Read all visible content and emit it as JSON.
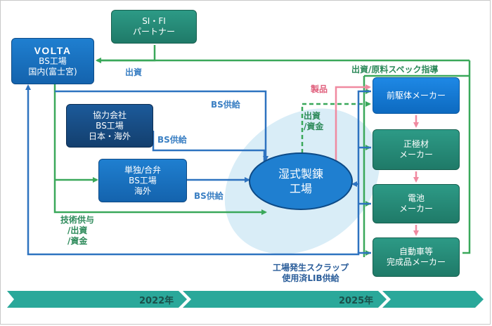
{
  "logo_text": "VOLTA",
  "nodes": {
    "volta": {
      "lines": [
        "BS工場",
        "国内(富士宮)"
      ]
    },
    "si_fi": {
      "lines": [
        "SI・FI",
        "パートナー"
      ]
    },
    "kyoryoku": {
      "lines": [
        "協力会社",
        "BS工場",
        "日本・海外"
      ]
    },
    "tandoku": {
      "lines": [
        "単独/合弁",
        "BS工場",
        "海外"
      ]
    },
    "refinery": {
      "lines": [
        "湿式製錬",
        "工場"
      ]
    },
    "precursor": {
      "lines": [
        "前駆体メーカー"
      ]
    },
    "cathode": {
      "lines": [
        "正極材",
        "メーカー"
      ]
    },
    "battery": {
      "lines": [
        "電池",
        "メーカー"
      ]
    },
    "automaker": {
      "lines": [
        "自動車等",
        "完成品メーカー"
      ]
    }
  },
  "labels": {
    "investment": "出資",
    "investment_spec": "出資/原料スペック指導",
    "bs_supply_1": "BS供給",
    "bs_supply_2": "BS供給",
    "bs_supply_3": "BS供給",
    "product": "製品",
    "invest_fund": [
      "出資",
      "/資金"
    ],
    "tech": [
      "技術供与",
      "/出資",
      "/資金"
    ],
    "scrap": [
      "工場発生スクラップ",
      "使用済LIB供給"
    ]
  },
  "timeline": {
    "year1": "2022年",
    "year2": "2025年"
  },
  "colors": {
    "navy": "#133f6e",
    "blue": "#1463ad",
    "teal": "#1f7a68",
    "blue_arrow": "#2e73c0",
    "green_arrow": "#3aa85a",
    "pink_arrow": "#f08aa0",
    "ellipse_bg": "#d9edf7",
    "timeline": "#2aa89a"
  }
}
